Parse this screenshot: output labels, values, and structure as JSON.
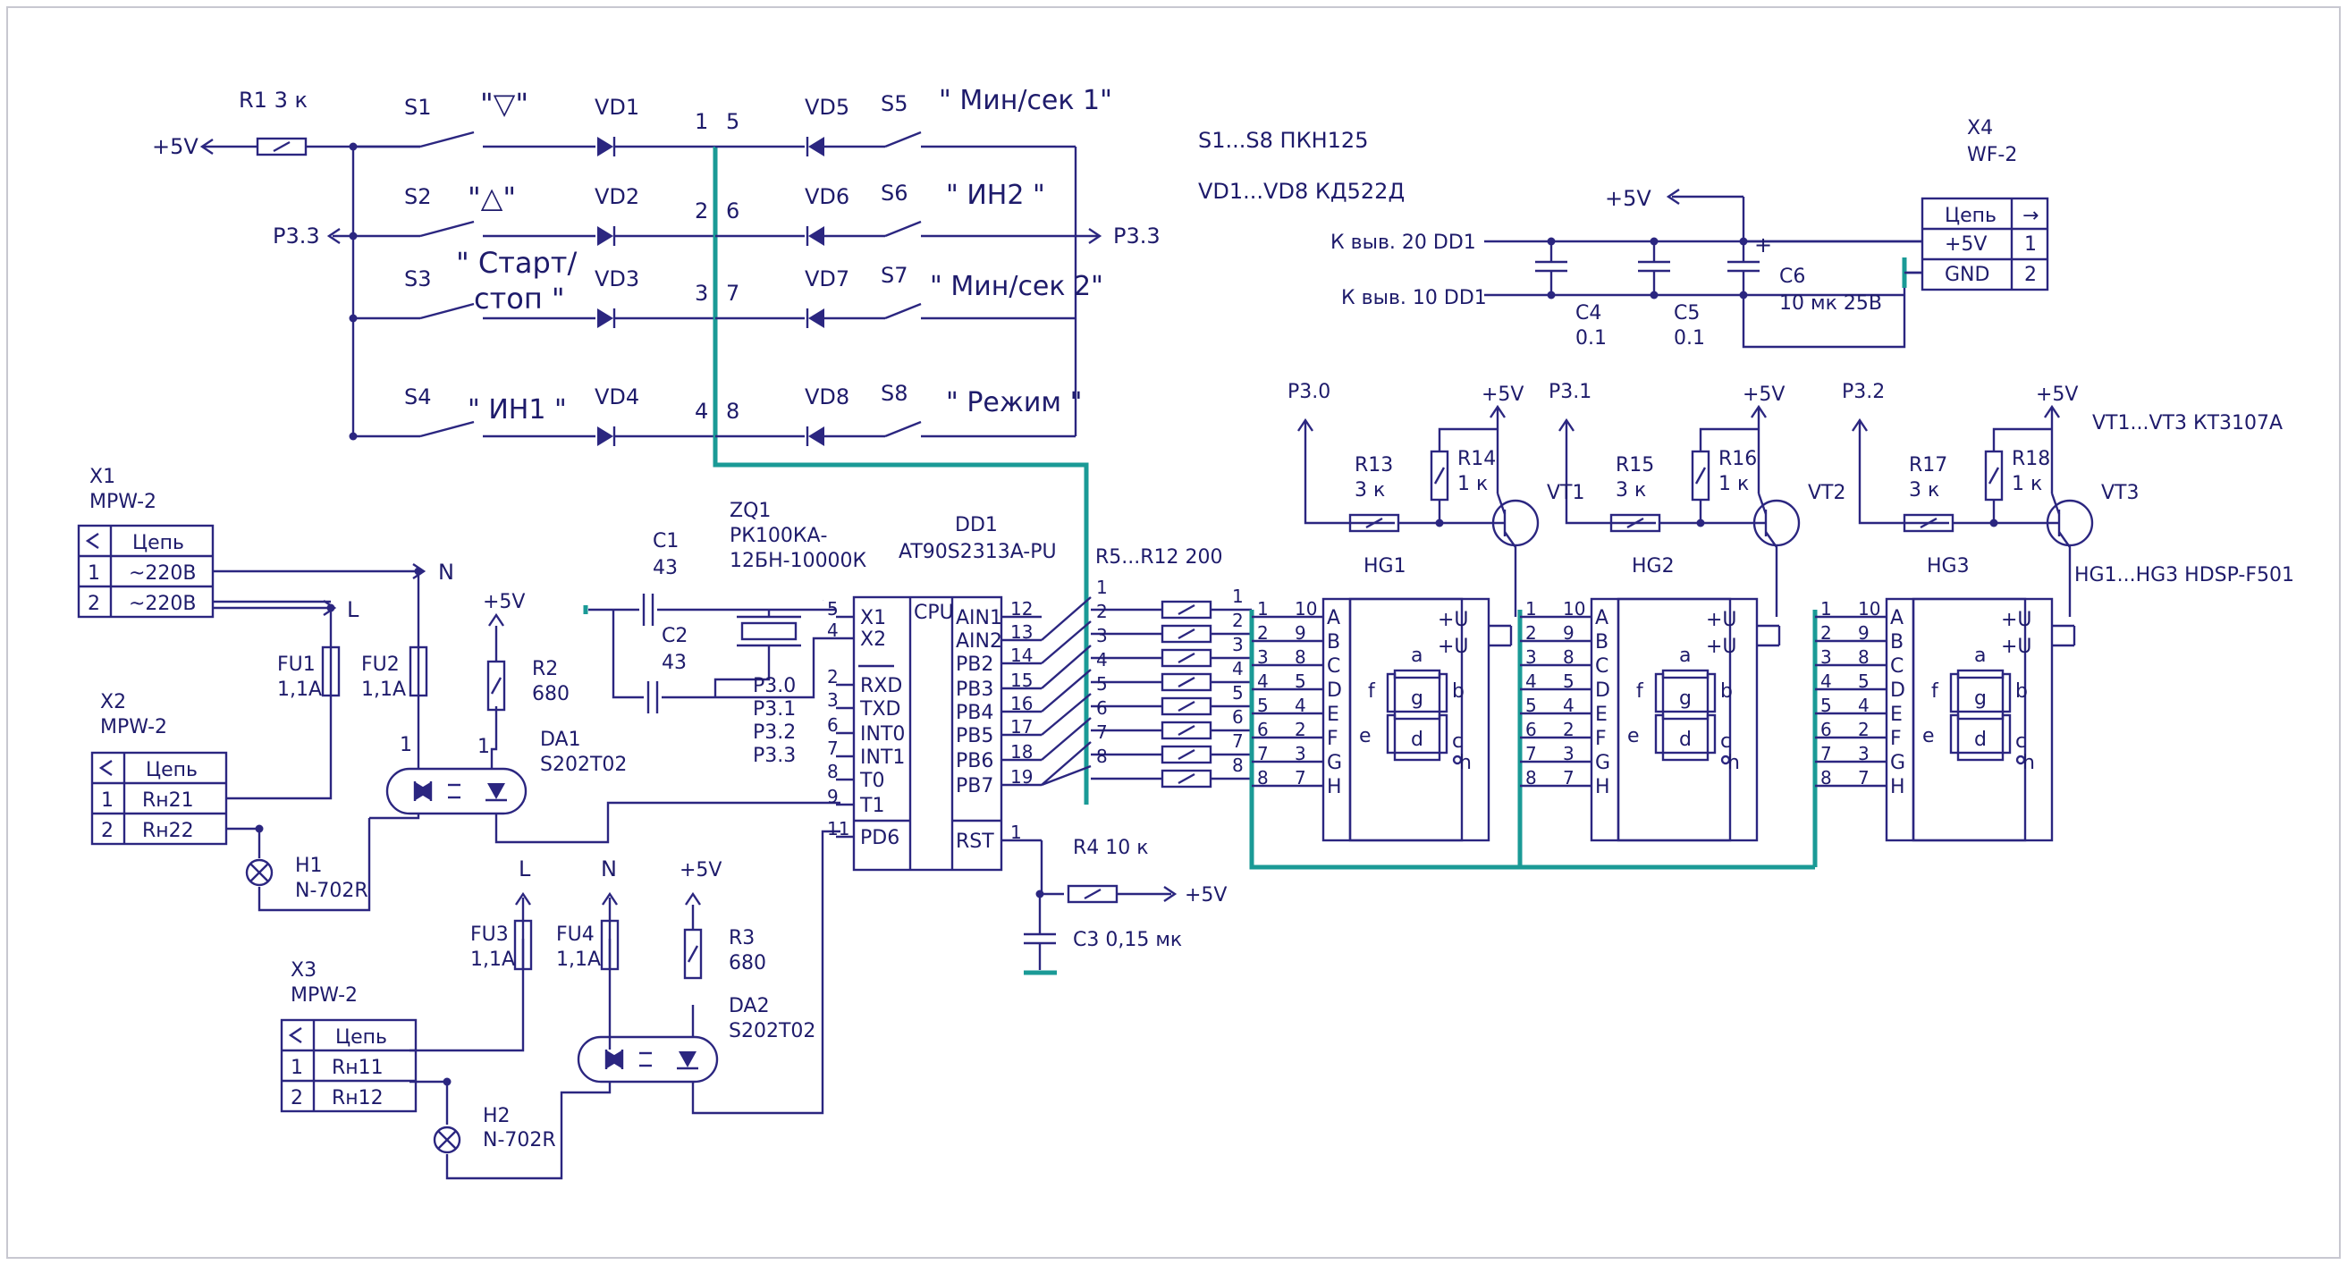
{
  "colors": {
    "wire": "#2b2680",
    "bus": "#1a9a96",
    "text": "#1e1b6b"
  },
  "components": {
    "r1": "R1 3 к",
    "s1": "S1",
    "s2": "S2",
    "s3": "S3",
    "s4": "S4",
    "s5": "S5",
    "s6": "S6",
    "s7": "S7",
    "s8": "S8",
    "vd1": "VD1",
    "vd2": "VD2",
    "vd3": "VD3",
    "vd4": "VD4",
    "vd5": "VD5",
    "vd6": "VD6",
    "vd7": "VD7",
    "vd8": "VD8",
    "btn_down": "\"▽\"",
    "btn_up": "\"△\"",
    "btn_start1": "\" Старт/",
    "btn_start2": "стоп \"",
    "btn_in1": "\" ИН1 \"",
    "btn_minsec1": "\" Мин/сек 1\"",
    "btn_in2": "\" ИН2 \"",
    "btn_minsec2": "\" Мин/сек 2\"",
    "btn_mode": "\" Режим \"",
    "p5v": "+5V",
    "p33": "P3.3",
    "p30": "P3.0",
    "p31": "P3.1",
    "p32": "P3.2",
    "note_sw": "S1...S8 ПКН125",
    "note_vd": "VD1...VD8 КД522Д",
    "x4": "X4",
    "wf2": "WF-2",
    "x4_h": "Цепь",
    "x4_arrow": "→",
    "x4_p5": "+5V",
    "x4_gnd": "GND",
    "n1": "1",
    "n2": "2",
    "k20": "К выв. 20 DD1",
    "k10": "К выв. 10 DD1",
    "c4": "C4",
    "c4v": "0.1",
    "c5": "C5",
    "c5v": "0.1",
    "c6": "C6",
    "c6v": "10 мк 25В",
    "plus": "+",
    "x1": "X1",
    "mpw2": "MPW-2",
    "cep": "Цепь",
    "larrow": "←",
    "ac220": "~220В",
    "x2": "X2",
    "rn21": "Rн21",
    "rn22": "Rн22",
    "x3": "X3",
    "rn11": "Rн11",
    "rn12": "Rн12",
    "fu1": "FU1",
    "fu2": "FU2",
    "fu3": "FU3",
    "fu4": "FU4",
    "fuv": "1,1А",
    "r2": "R2",
    "r2v": "680",
    "r3": "R3",
    "r3v": "680",
    "da1": "DA1",
    "da2": "DA2",
    "s202": "S202T02",
    "h1": "H1",
    "h2": "H2",
    "n702": "N-702R",
    "nN": "N",
    "nL": "L",
    "c1": "C1",
    "c1v": "43",
    "c2": "C2",
    "c2v": "43",
    "zq1": "ZQ1",
    "zq1a": "РК100КА-",
    "zq1b": "12БН-10000К",
    "dd1": "DD1",
    "dd1v": "AT90S2313A-PU",
    "cpu": "CPU",
    "r4": "R4 10 к",
    "c3": "C3 0,15 мк",
    "r512": "R5...R12 200",
    "r13": "R13",
    "r14": "R14",
    "r15": "R15",
    "r16": "R16",
    "r17": "R17",
    "r18": "R18",
    "r3k": "3 к",
    "r1k": "1 к",
    "vt1": "VT1",
    "vt2": "VT2",
    "vt3": "VT3",
    "vtnote": "VT1...VT3 КТ3107А",
    "hg1": "HG1",
    "hg2": "HG2",
    "hg3": "HG3",
    "hgnote": "HG1...HG3 HDSP-F501",
    "pu": "+U"
  },
  "pins": {
    "left": [
      "X1",
      "X2",
      "RXD",
      "TXD",
      "INT0",
      "INT1",
      "T0",
      "T1",
      "PD6"
    ],
    "right": [
      "AIN1",
      "AIN2",
      "PB2",
      "PB3",
      "PB4",
      "PB5",
      "PB6",
      "PB7",
      "RST"
    ],
    "seg": [
      "A",
      "B",
      "C",
      "D",
      "E",
      "F",
      "G",
      "H"
    ],
    "segPins": [
      "10",
      "9",
      "8",
      "5",
      "4",
      "2",
      "3",
      "7"
    ],
    "segLetters": [
      "a",
      "f",
      "b",
      "g",
      "e",
      "c",
      "d",
      "h"
    ]
  }
}
